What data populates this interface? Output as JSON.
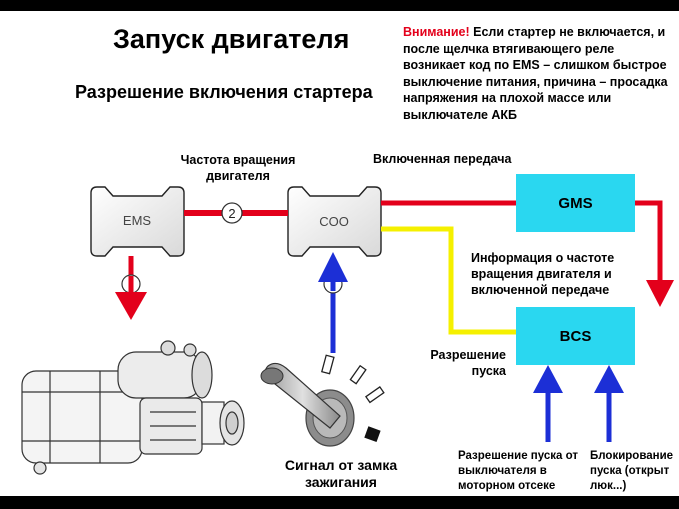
{
  "title": "Запуск двигателя",
  "subtitle": "Разрешение включения стартера",
  "warning": {
    "lead": "Внимание!",
    "text": " Если стартер не включается, и после щелчка втягивающего реле возникает код по EMS – слишком быстрое выключение питания, причина – просадка напряжения на плохой массе или выключателе АКБ"
  },
  "units": {
    "ems": "EMS",
    "coo": "COO",
    "gms": "GMS",
    "bcs": "BCS"
  },
  "markers": {
    "link": "2"
  },
  "labels": {
    "engine_speed": "Частота вращения двигателя",
    "gear_engaged": "Включенная передача",
    "info": "Информация о частоте вращения двигателя и включенной передаче",
    "start_permission": "Разрешение пуска",
    "ignition_signal": "Сигнал от замка зажигания",
    "engine_bay_switch": "Разрешение пуска от выключателя в моторном отсеке",
    "start_block": "Блокирование пуска (открыт люк...)"
  },
  "colors": {
    "red": "#e3001b",
    "yellow": "#f5f000",
    "blue": "#1c2fd6",
    "cyan": "#2ad7f0"
  }
}
